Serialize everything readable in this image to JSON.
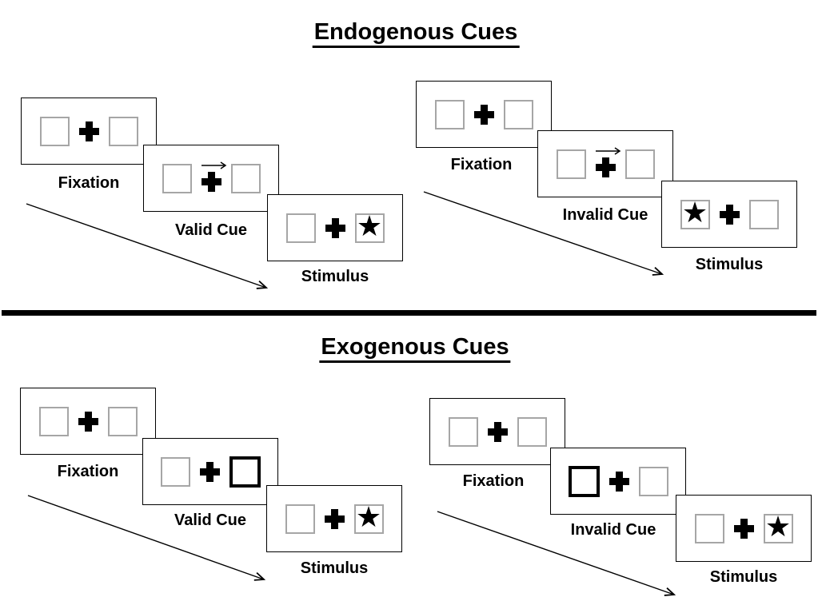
{
  "sections": [
    {
      "title": "Endogenous Cues",
      "groups": [
        {
          "name": "valid-trial",
          "panels": [
            {
              "label": "Fixation",
              "kind": "fixation"
            },
            {
              "label": "Valid Cue",
              "kind": "arrow-cue",
              "cue": "right-arrow-above-cross"
            },
            {
              "label": "Stimulus",
              "kind": "stimulus",
              "star_side": "right"
            }
          ]
        },
        {
          "name": "invalid-trial",
          "panels": [
            {
              "label": "Fixation",
              "kind": "fixation"
            },
            {
              "label": "Invalid Cue",
              "kind": "arrow-cue",
              "cue": "right-arrow-above-cross"
            },
            {
              "label": "Stimulus",
              "kind": "stimulus",
              "star_side": "left"
            }
          ]
        }
      ]
    },
    {
      "title": "Exogenous Cues",
      "groups": [
        {
          "name": "valid-trial",
          "panels": [
            {
              "label": "Fixation",
              "kind": "fixation"
            },
            {
              "label": "Valid Cue",
              "kind": "box-cue",
              "bold_box_side": "right"
            },
            {
              "label": "Stimulus",
              "kind": "stimulus",
              "star_side": "right"
            }
          ]
        },
        {
          "name": "invalid-trial",
          "panels": [
            {
              "label": "Fixation",
              "kind": "fixation"
            },
            {
              "label": "Invalid Cue",
              "kind": "box-cue",
              "bold_box_side": "left"
            },
            {
              "label": "Stimulus",
              "kind": "stimulus",
              "star_side": "right"
            }
          ]
        }
      ]
    }
  ],
  "symbols": {
    "star": "★",
    "fixation_cross": "+",
    "cue_arrow_direction": "right"
  },
  "colors": {
    "ink": "#000000",
    "placeholder_box_border": "#a6a6a6",
    "background": "#ffffff"
  }
}
